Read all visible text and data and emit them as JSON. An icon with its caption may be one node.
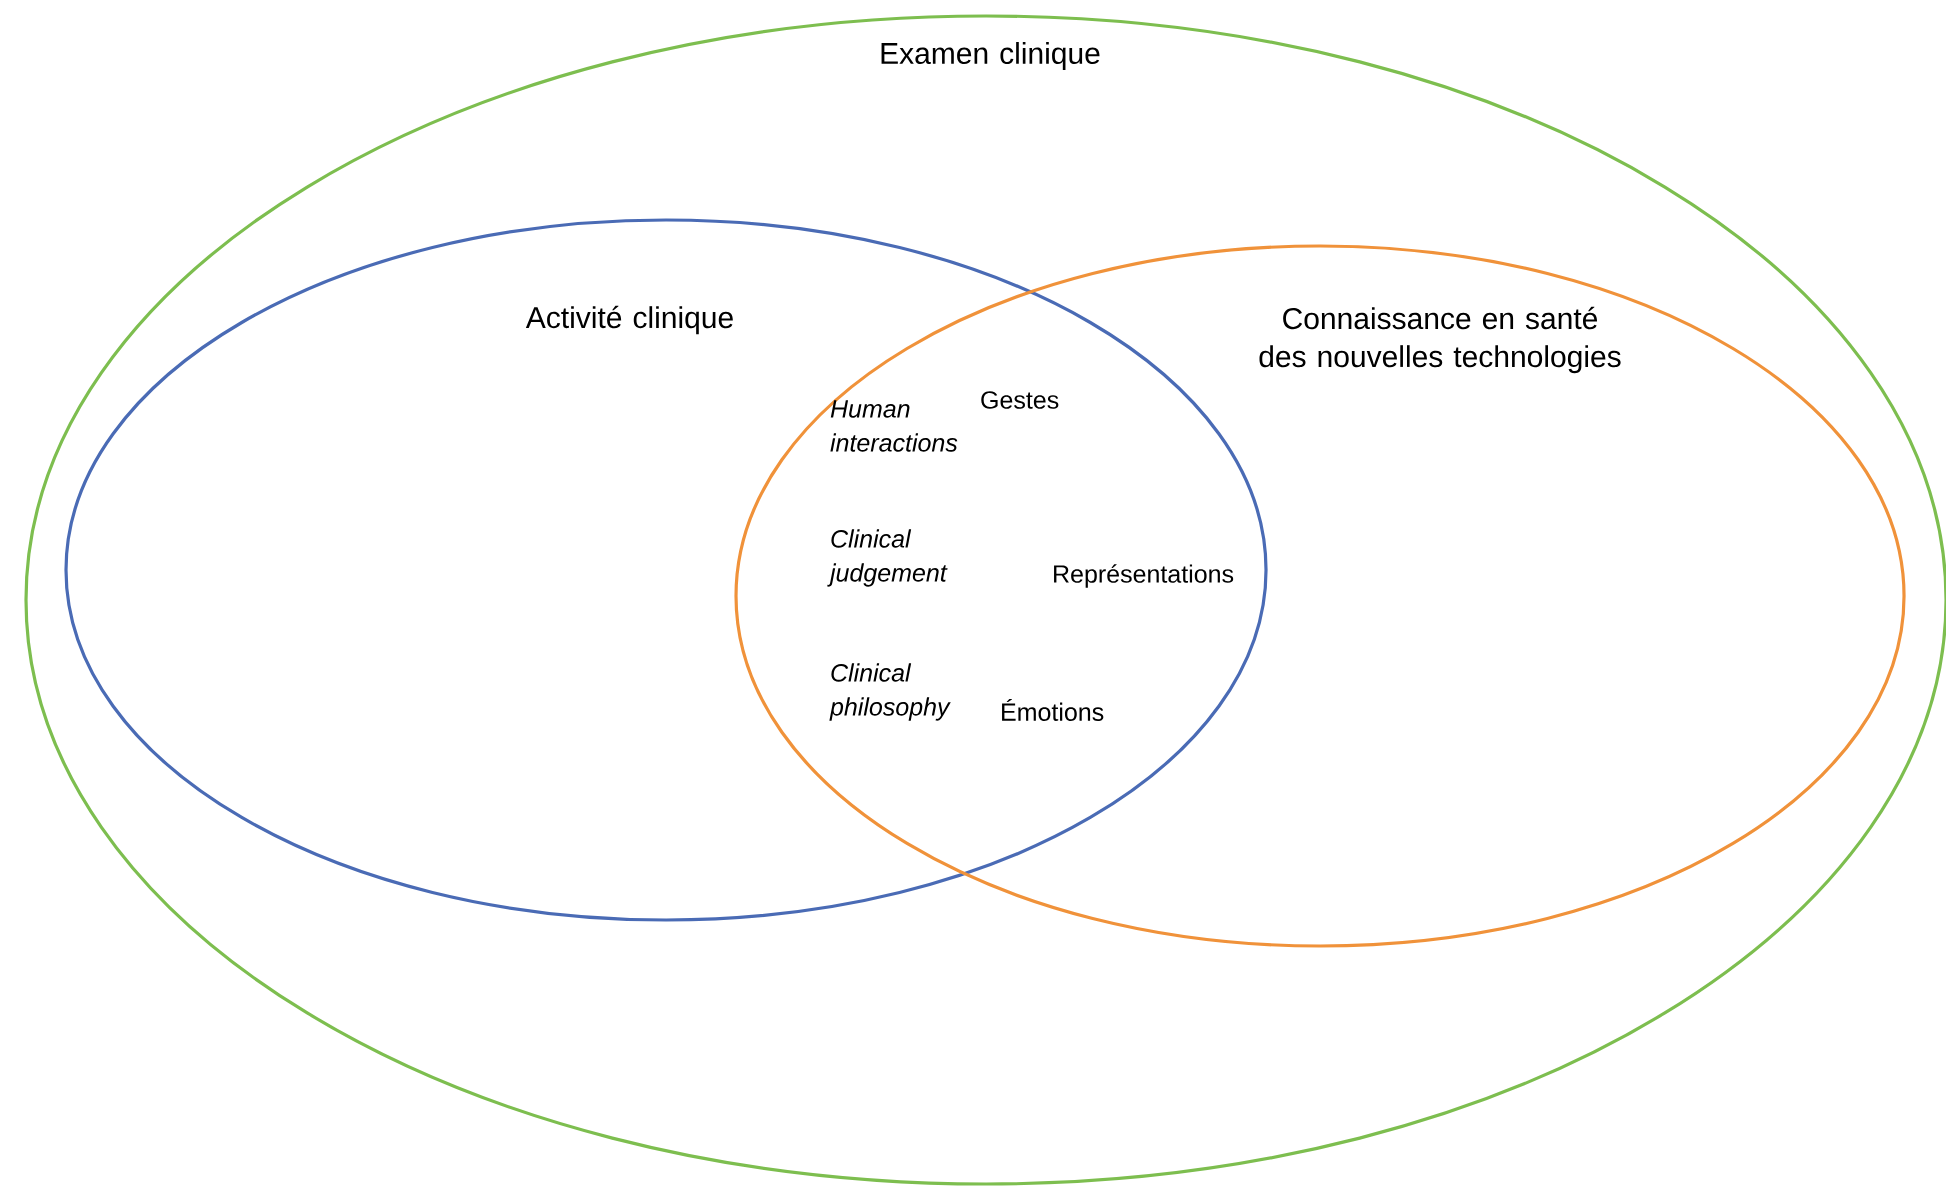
{
  "diagram": {
    "nodes": [
      {
        "text": [
          "Examen clinique"
        ]
      },
      {
        "text": [
          "Activité clinique"
        ],
        "in": 0
      },
      {
        "text": [
          "Connaissance en santé des nouvelles technologies"
        ],
        "in": 0
      }
    ],
    "labels": [
      "Human interactions",
      "Gestes",
      "Clinical judgement",
      "Représentations",
      "Clinical philosophy",
      "Émotions"
    ]
  }
}
